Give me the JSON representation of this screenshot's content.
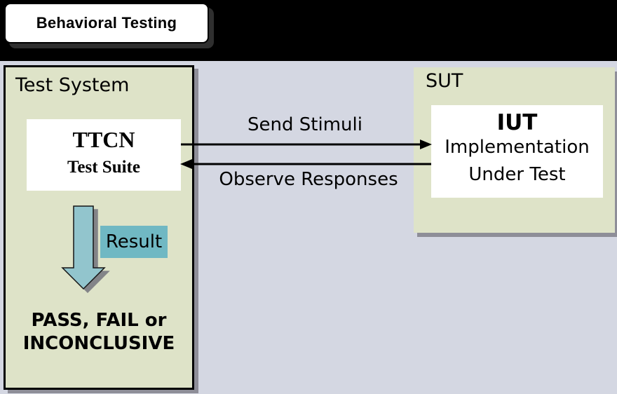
{
  "title_banner": {
    "label": "Behavioral Testing"
  },
  "test_system": {
    "label": "Test System",
    "ttcn_box": {
      "line1": "TTCN",
      "line2": "Test Suite"
    },
    "result_label": "Result",
    "verdict_line1": "PASS, FAIL or",
    "verdict_line2": "INCONCLUSIVE"
  },
  "sut": {
    "label": "SUT",
    "iut_box": {
      "line1": "IUT",
      "line2": "Implementation",
      "line3": "Under Test"
    }
  },
  "arrows": {
    "send_label": "Send Stimuli",
    "observe_label": "Observe Responses"
  },
  "colors": {
    "header-bg": "#000000",
    "canvas-bg": "#d4d7e2",
    "group-bg": "#dee3c8",
    "paper": "#ffffff",
    "result-bg": "#70b8c3",
    "arrow-fill": "#92c5cd",
    "shadow": "#8e8e98",
    "ink": "#000000"
  }
}
